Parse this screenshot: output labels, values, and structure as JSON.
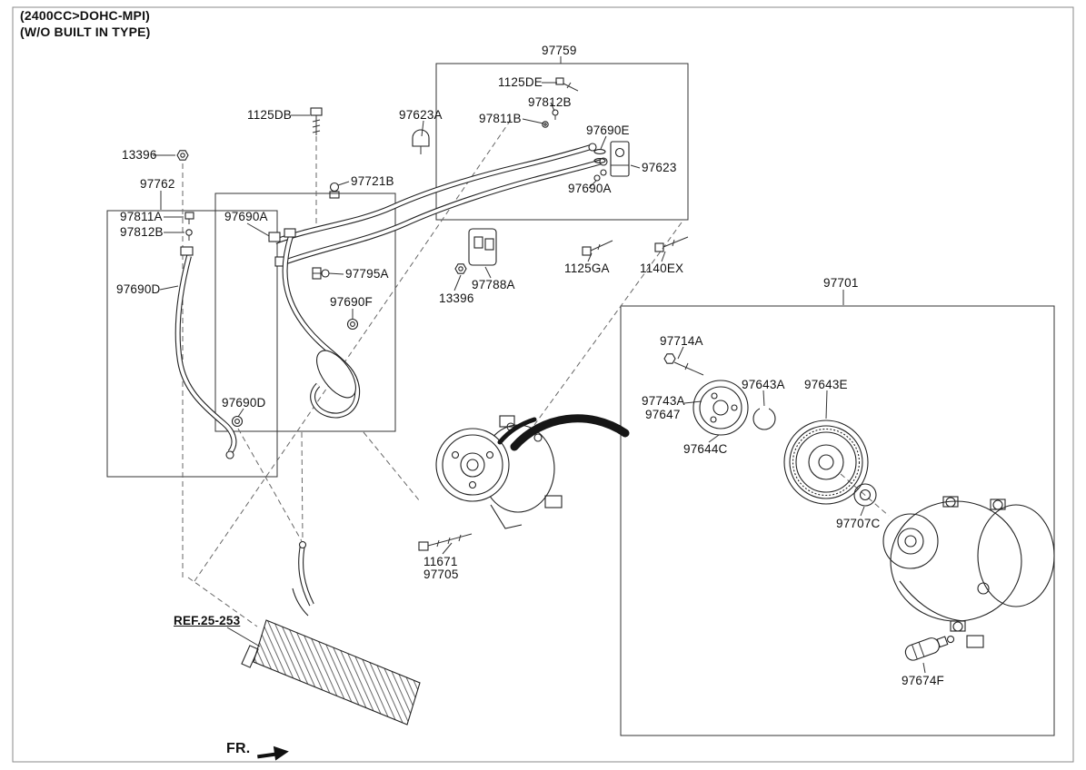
{
  "header": {
    "line1": "(2400CC>DOHC-MPI)",
    "line2": "(W/O BUILT IN TYPE)"
  },
  "annotations": {
    "ref_label": "REF.25-253",
    "fr_label": "FR."
  },
  "part_labels": [
    {
      "text": "97759"
    },
    {
      "text": "1125DE"
    },
    {
      "text": "97812B"
    },
    {
      "text": "1125DB"
    },
    {
      "text": "97623A"
    },
    {
      "text": "97811B"
    },
    {
      "text": "97690E"
    },
    {
      "text": "13396"
    },
    {
      "text": "97623"
    },
    {
      "text": "97762"
    },
    {
      "text": "97721B"
    },
    {
      "text": "97690A"
    },
    {
      "text": "97811A"
    },
    {
      "text": "97690A"
    },
    {
      "text": "97812B"
    },
    {
      "text": "97795A"
    },
    {
      "text": "1125GA"
    },
    {
      "text": "1140EX"
    },
    {
      "text": "97690D"
    },
    {
      "text": "97788A"
    },
    {
      "text": "13396"
    },
    {
      "text": "97690F"
    },
    {
      "text": "97701"
    },
    {
      "text": "97714A"
    },
    {
      "text": "97643A"
    },
    {
      "text": "97643E"
    },
    {
      "text": "97743A"
    },
    {
      "text": "97647"
    },
    {
      "text": "97644C"
    },
    {
      "text": "97690D"
    },
    {
      "text": "97707C"
    },
    {
      "text": "11671"
    },
    {
      "text": "97705"
    },
    {
      "text": "97674F"
    }
  ],
  "colors": {
    "line": "#222222",
    "text": "#111111",
    "background": "#ffffff"
  }
}
